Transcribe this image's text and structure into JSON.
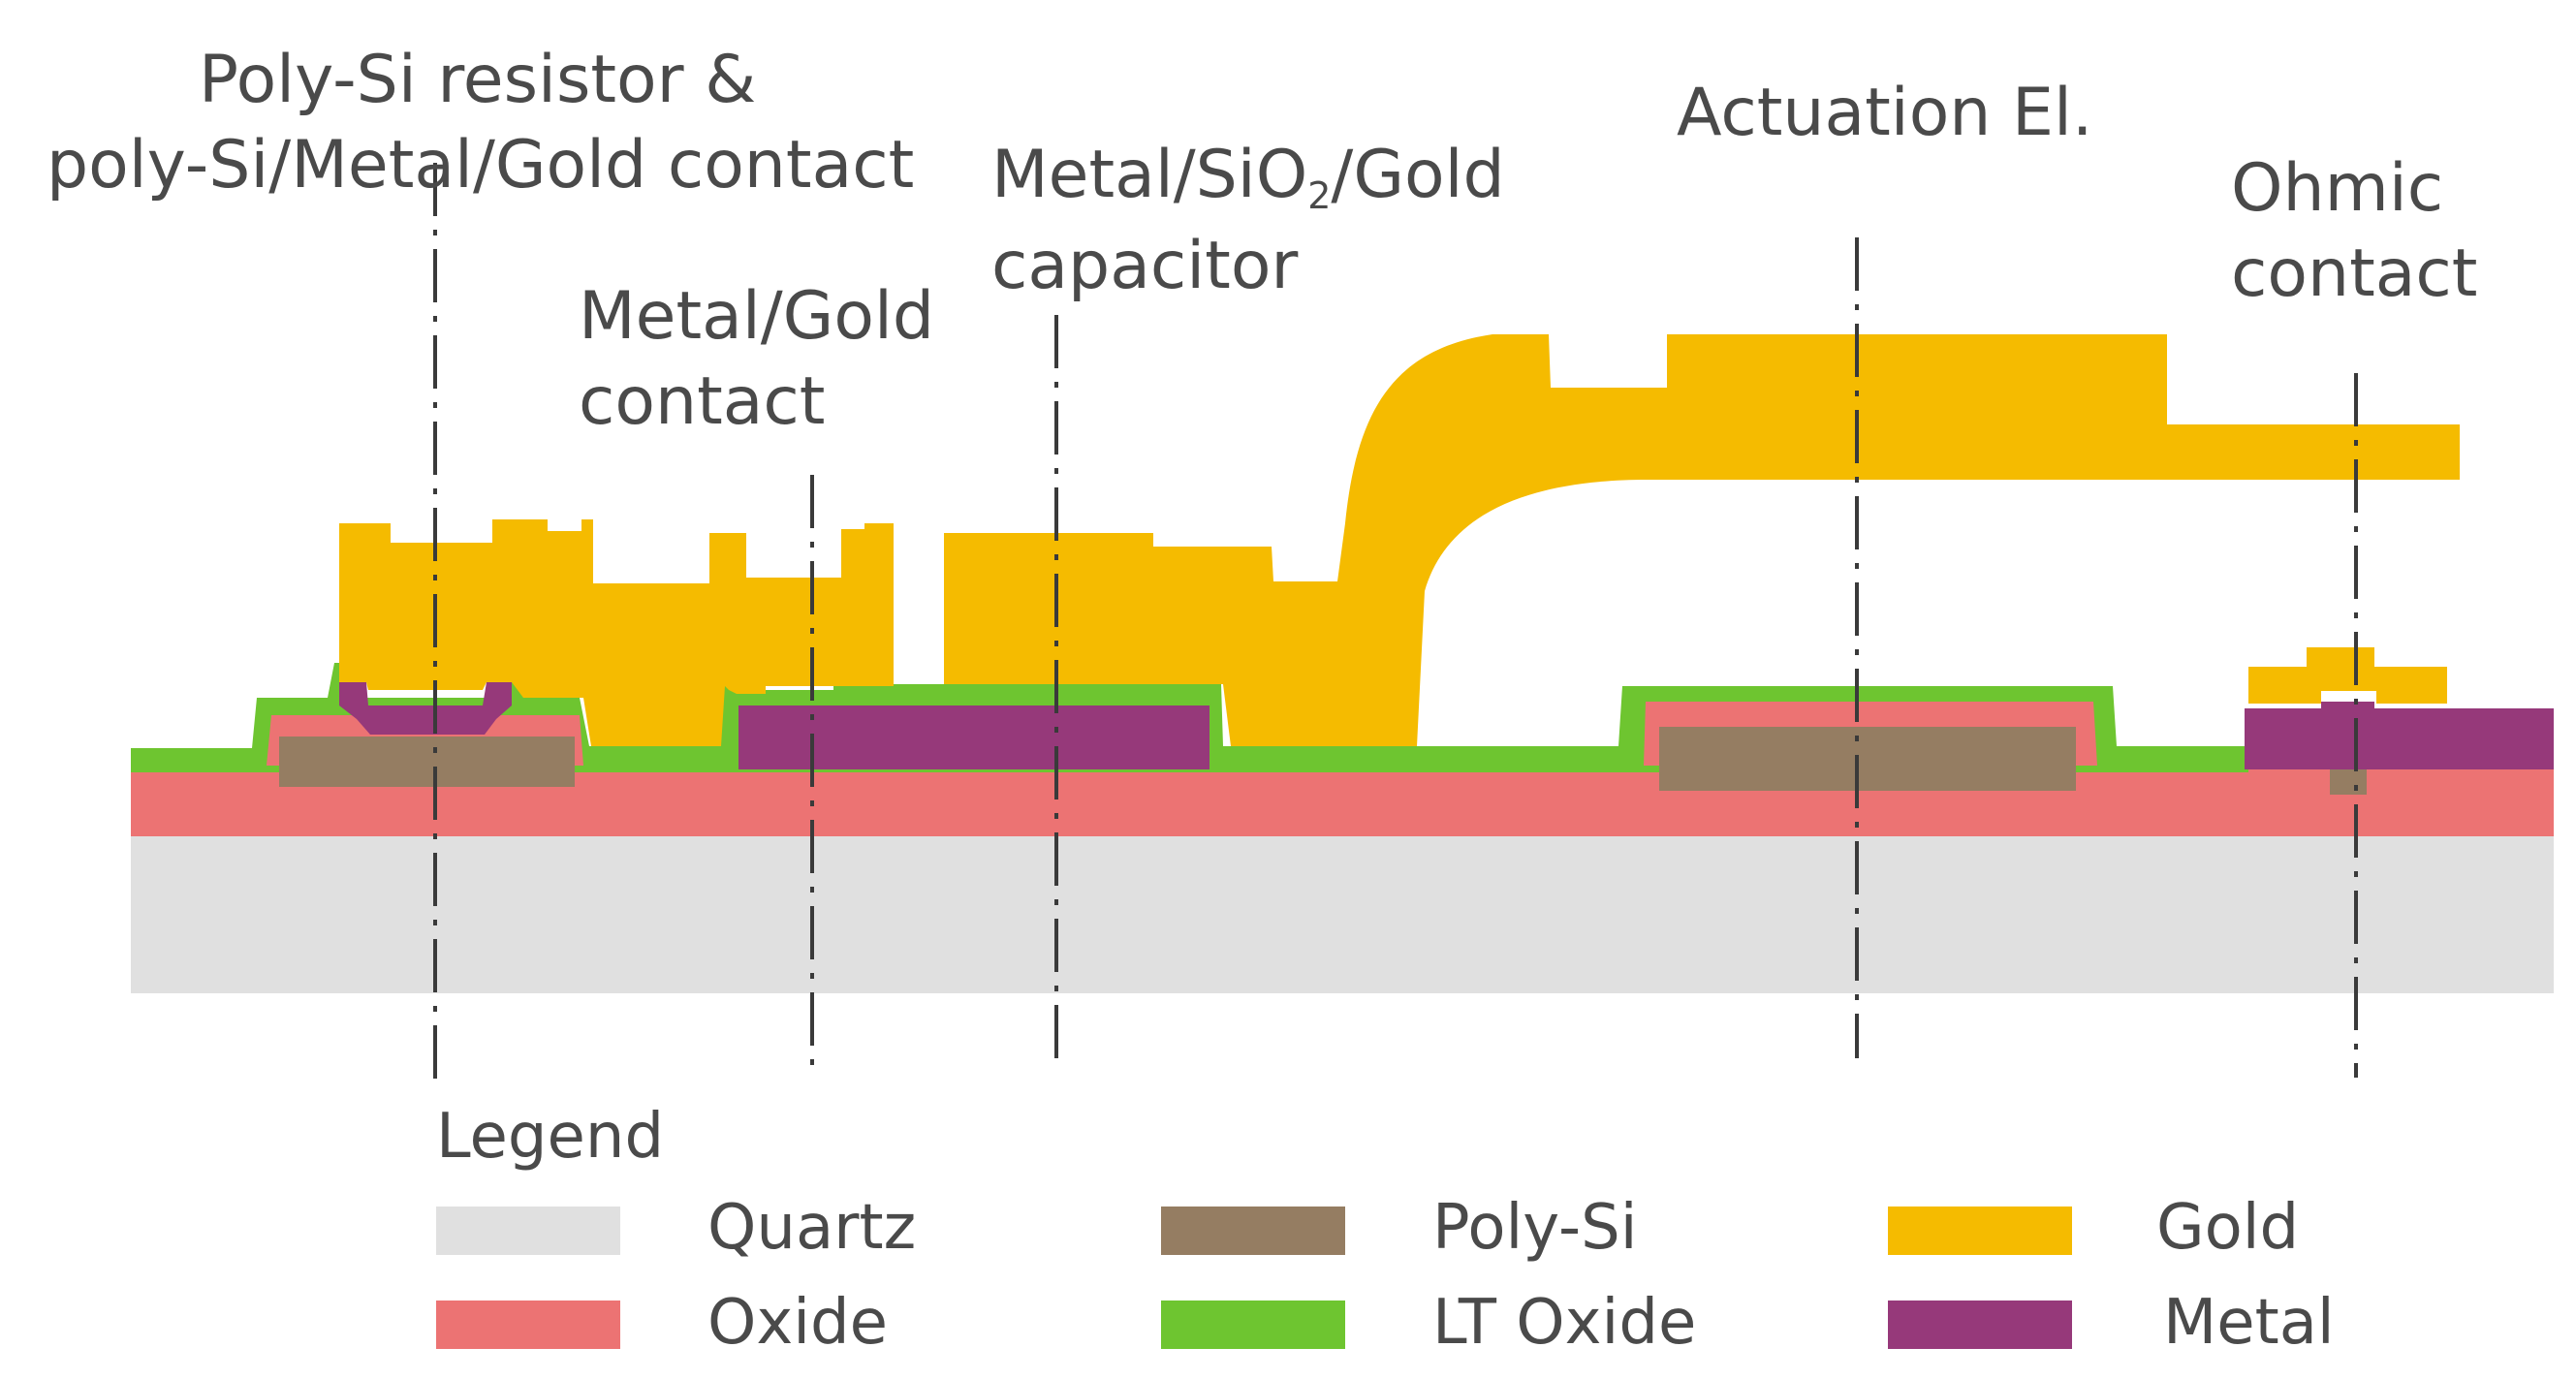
{
  "colors": {
    "quartz": "#e0e0e0",
    "oxide": "#ec7373",
    "poly_si": "#957d62",
    "gold": "#f5bb00",
    "lt_oxide": "#6ec530",
    "metal": "#96397a"
  },
  "labels": {
    "polysi_resistor_line1": "Poly-Si resistor &",
    "polysi_resistor_line2": "poly-Si/Metal/Gold contact",
    "metal_gold_contact_line1": "Metal/Gold",
    "metal_gold_contact_line2": "contact",
    "capacitor_line1_pre": "Metal/SiO",
    "capacitor_line1_sub": "2",
    "capacitor_line1_post": "/Gold",
    "capacitor_line2": "capacitor",
    "actuation": "Actuation El.",
    "ohmic_line1": "Ohmic",
    "ohmic_line2": "contact"
  },
  "legend": {
    "title": "Legend",
    "items": [
      {
        "key": "quartz",
        "label": "Quartz"
      },
      {
        "key": "poly_si",
        "label": "Poly-Si"
      },
      {
        "key": "gold",
        "label": "Gold"
      },
      {
        "key": "oxide",
        "label": "Oxide"
      },
      {
        "key": "lt_oxide",
        "label": "LT Oxide"
      },
      {
        "key": "metal",
        "label": "Metal"
      }
    ]
  }
}
